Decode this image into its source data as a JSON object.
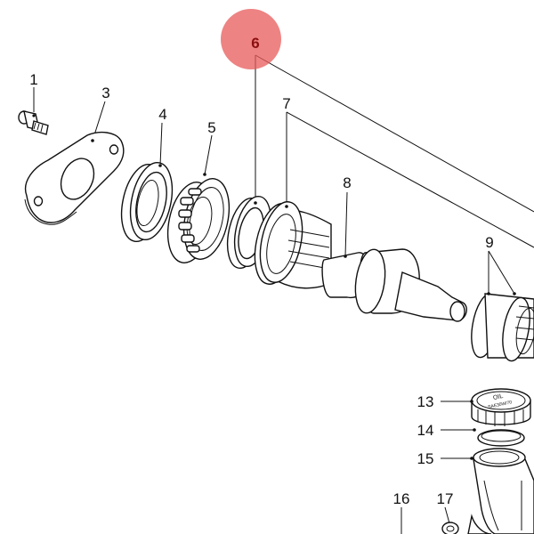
{
  "diagram": {
    "highlight_color": "#e85a5a",
    "callouts": [
      {
        "id": "1",
        "label": "1"
      },
      {
        "id": "3",
        "label": "3"
      },
      {
        "id": "4",
        "label": "4"
      },
      {
        "id": "5",
        "label": "5"
      },
      {
        "id": "6",
        "label": "6",
        "highlighted": true
      },
      {
        "id": "7",
        "label": "7"
      },
      {
        "id": "8",
        "label": "8"
      },
      {
        "id": "9",
        "label": "9"
      },
      {
        "id": "13",
        "label": "13"
      },
      {
        "id": "14",
        "label": "14"
      },
      {
        "id": "15",
        "label": "15"
      },
      {
        "id": "16",
        "label": "16"
      },
      {
        "id": "17",
        "label": "17"
      }
    ],
    "cap_text": {
      "line1": "OIL",
      "line2": "SAE30W/70"
    }
  }
}
